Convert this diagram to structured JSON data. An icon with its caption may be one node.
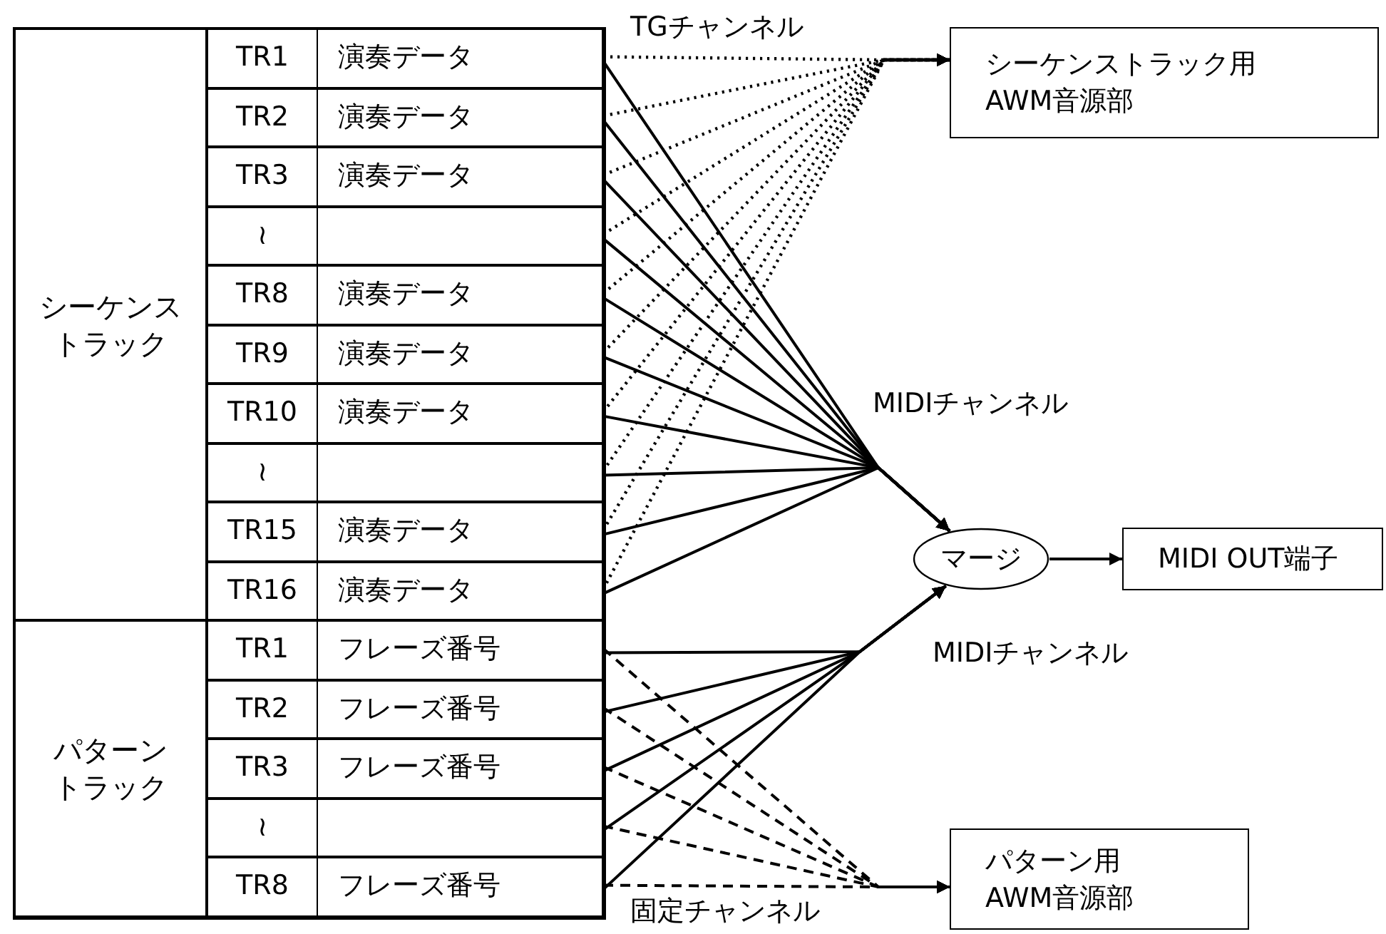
{
  "diagram": {
    "nodes": [
      {
        "text": [
          "シーケンストラック"
        ]
      },
      {
        "text": [
          "TR1",
          "演奏データ"
        ]
      },
      {
        "text": [
          "TR2",
          "演奏データ"
        ]
      },
      {
        "text": [
          "TR3",
          "演奏データ"
        ]
      },
      {
        "text": [
          "≀"
        ]
      },
      {
        "text": [
          "TR8",
          "演奏データ"
        ]
      },
      {
        "text": [
          "TR9",
          "演奏データ"
        ]
      },
      {
        "text": [
          "TR10",
          "演奏データ"
        ]
      },
      {
        "text": [
          "≀"
        ]
      },
      {
        "text": [
          "TR15",
          "演奏データ"
        ]
      },
      {
        "text": [
          "TR16",
          "演奏データ"
        ]
      },
      {
        "text": [
          "パターントラック"
        ]
      },
      {
        "text": [
          "TR1",
          "フレーズ番号"
        ]
      },
      {
        "text": [
          "TR2",
          "フレーズ番号"
        ]
      },
      {
        "text": [
          "TR3",
          "フレーズ番号"
        ]
      },
      {
        "text": [
          "≀"
        ]
      },
      {
        "text": [
          "TR8",
          "フレーズ番号"
        ]
      },
      {
        "text": [
          "シーケンストラック用AWM音源部"
        ]
      },
      {
        "text": [
          "マージ"
        ]
      },
      {
        "text": [
          "MIDI OUT端子"
        ]
      },
      {
        "text": [
          "パターン用AWM音源部"
        ]
      }
    ],
    "edges": [
      {
        "from": 1,
        "to": 17,
        "arrow": "to",
        "style": "dashed"
      },
      {
        "from": 2,
        "to": 17,
        "arrow": "to",
        "style": "dashed"
      },
      {
        "from": 3,
        "to": 17,
        "arrow": "to",
        "style": "dashed"
      },
      {
        "from": 4,
        "to": 17,
        "arrow": "to",
        "style": "dashed"
      },
      {
        "from": 5,
        "to": 17,
        "arrow": "to",
        "style": "dashed"
      },
      {
        "from": 6,
        "to": 17,
        "arrow": "to",
        "style": "dashed"
      },
      {
        "from": 7,
        "to": 17,
        "arrow": "to",
        "style": "dashed"
      },
      {
        "from": 8,
        "to": 17,
        "arrow": "to",
        "style": "dashed"
      },
      {
        "from": 9,
        "to": 17,
        "arrow": "to",
        "style": "dashed"
      },
      {
        "from": 10,
        "to": 17,
        "arrow": "to",
        "style": "dashed"
      },
      {
        "from": 1,
        "to": 18,
        "arrow": "to"
      },
      {
        "from": 2,
        "to": 18,
        "arrow": "to"
      },
      {
        "from": 3,
        "to": 18,
        "arrow": "to"
      },
      {
        "from": 4,
        "to": 18,
        "arrow": "to"
      },
      {
        "from": 5,
        "to": 18,
        "arrow": "to"
      },
      {
        "from": 6,
        "to": 18,
        "arrow": "to"
      },
      {
        "from": 7,
        "to": 18,
        "arrow": "to"
      },
      {
        "from": 8,
        "to": 18,
        "arrow": "to"
      },
      {
        "from": 9,
        "to": 18,
        "arrow": "to"
      },
      {
        "from": 10,
        "to": 18,
        "arrow": "to"
      },
      {
        "from": 12,
        "to": 18,
        "arrow": "to"
      },
      {
        "from": 13,
        "to": 18,
        "arrow": "to"
      },
      {
        "from": 14,
        "to": 18,
        "arrow": "to"
      },
      {
        "from": 15,
        "to": 18,
        "arrow": "to"
      },
      {
        "from": 16,
        "to": 18,
        "arrow": "to"
      },
      {
        "from": 12,
        "to": 20,
        "arrow": "to",
        "style": "dashed"
      },
      {
        "from": 13,
        "to": 20,
        "arrow": "to",
        "style": "dashed"
      },
      {
        "from": 14,
        "to": 20,
        "arrow": "to",
        "style": "dashed"
      },
      {
        "from": 15,
        "to": 20,
        "arrow": "to",
        "style": "dashed"
      },
      {
        "from": 16,
        "to": 20,
        "arrow": "to",
        "style": "dashed"
      },
      {
        "from": 18,
        "to": 19,
        "arrow": "to"
      }
    ],
    "labels": [
      "TGチャンネル",
      "MIDIチャンネル",
      "MIDIチャンネル",
      "固定チャンネル"
    ]
  }
}
